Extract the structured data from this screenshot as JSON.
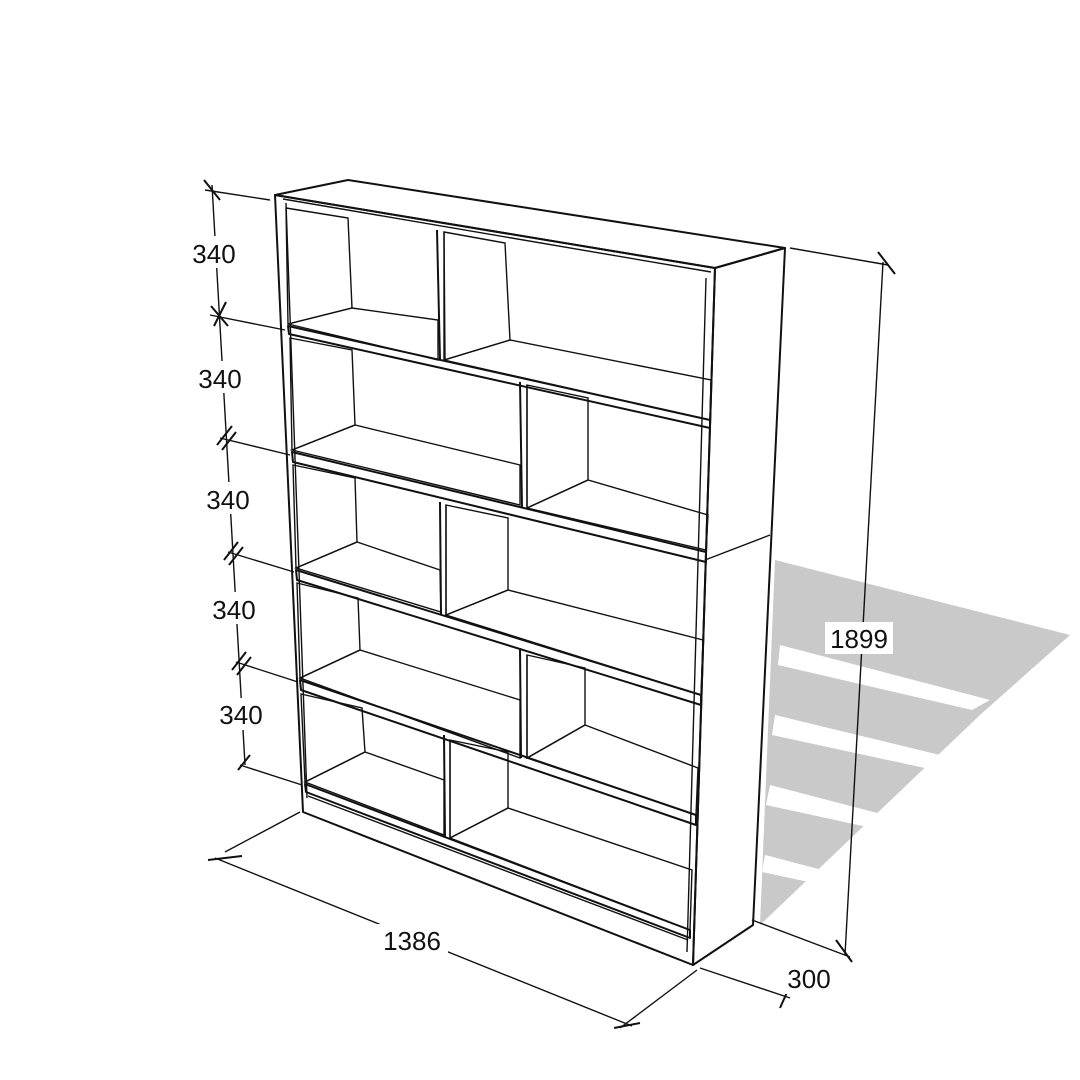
{
  "dimensions": {
    "shelf_heights": [
      "340",
      "340",
      "340",
      "340",
      "340"
    ],
    "total_height": "1899",
    "total_width": "1386",
    "depth": "300"
  },
  "colors": {
    "panel_face": "#ffffff",
    "inner_wall": "#dcdcdc",
    "side_panel": "#d8d8d8",
    "shadow": "#c8c8c8",
    "line": "#111111"
  }
}
